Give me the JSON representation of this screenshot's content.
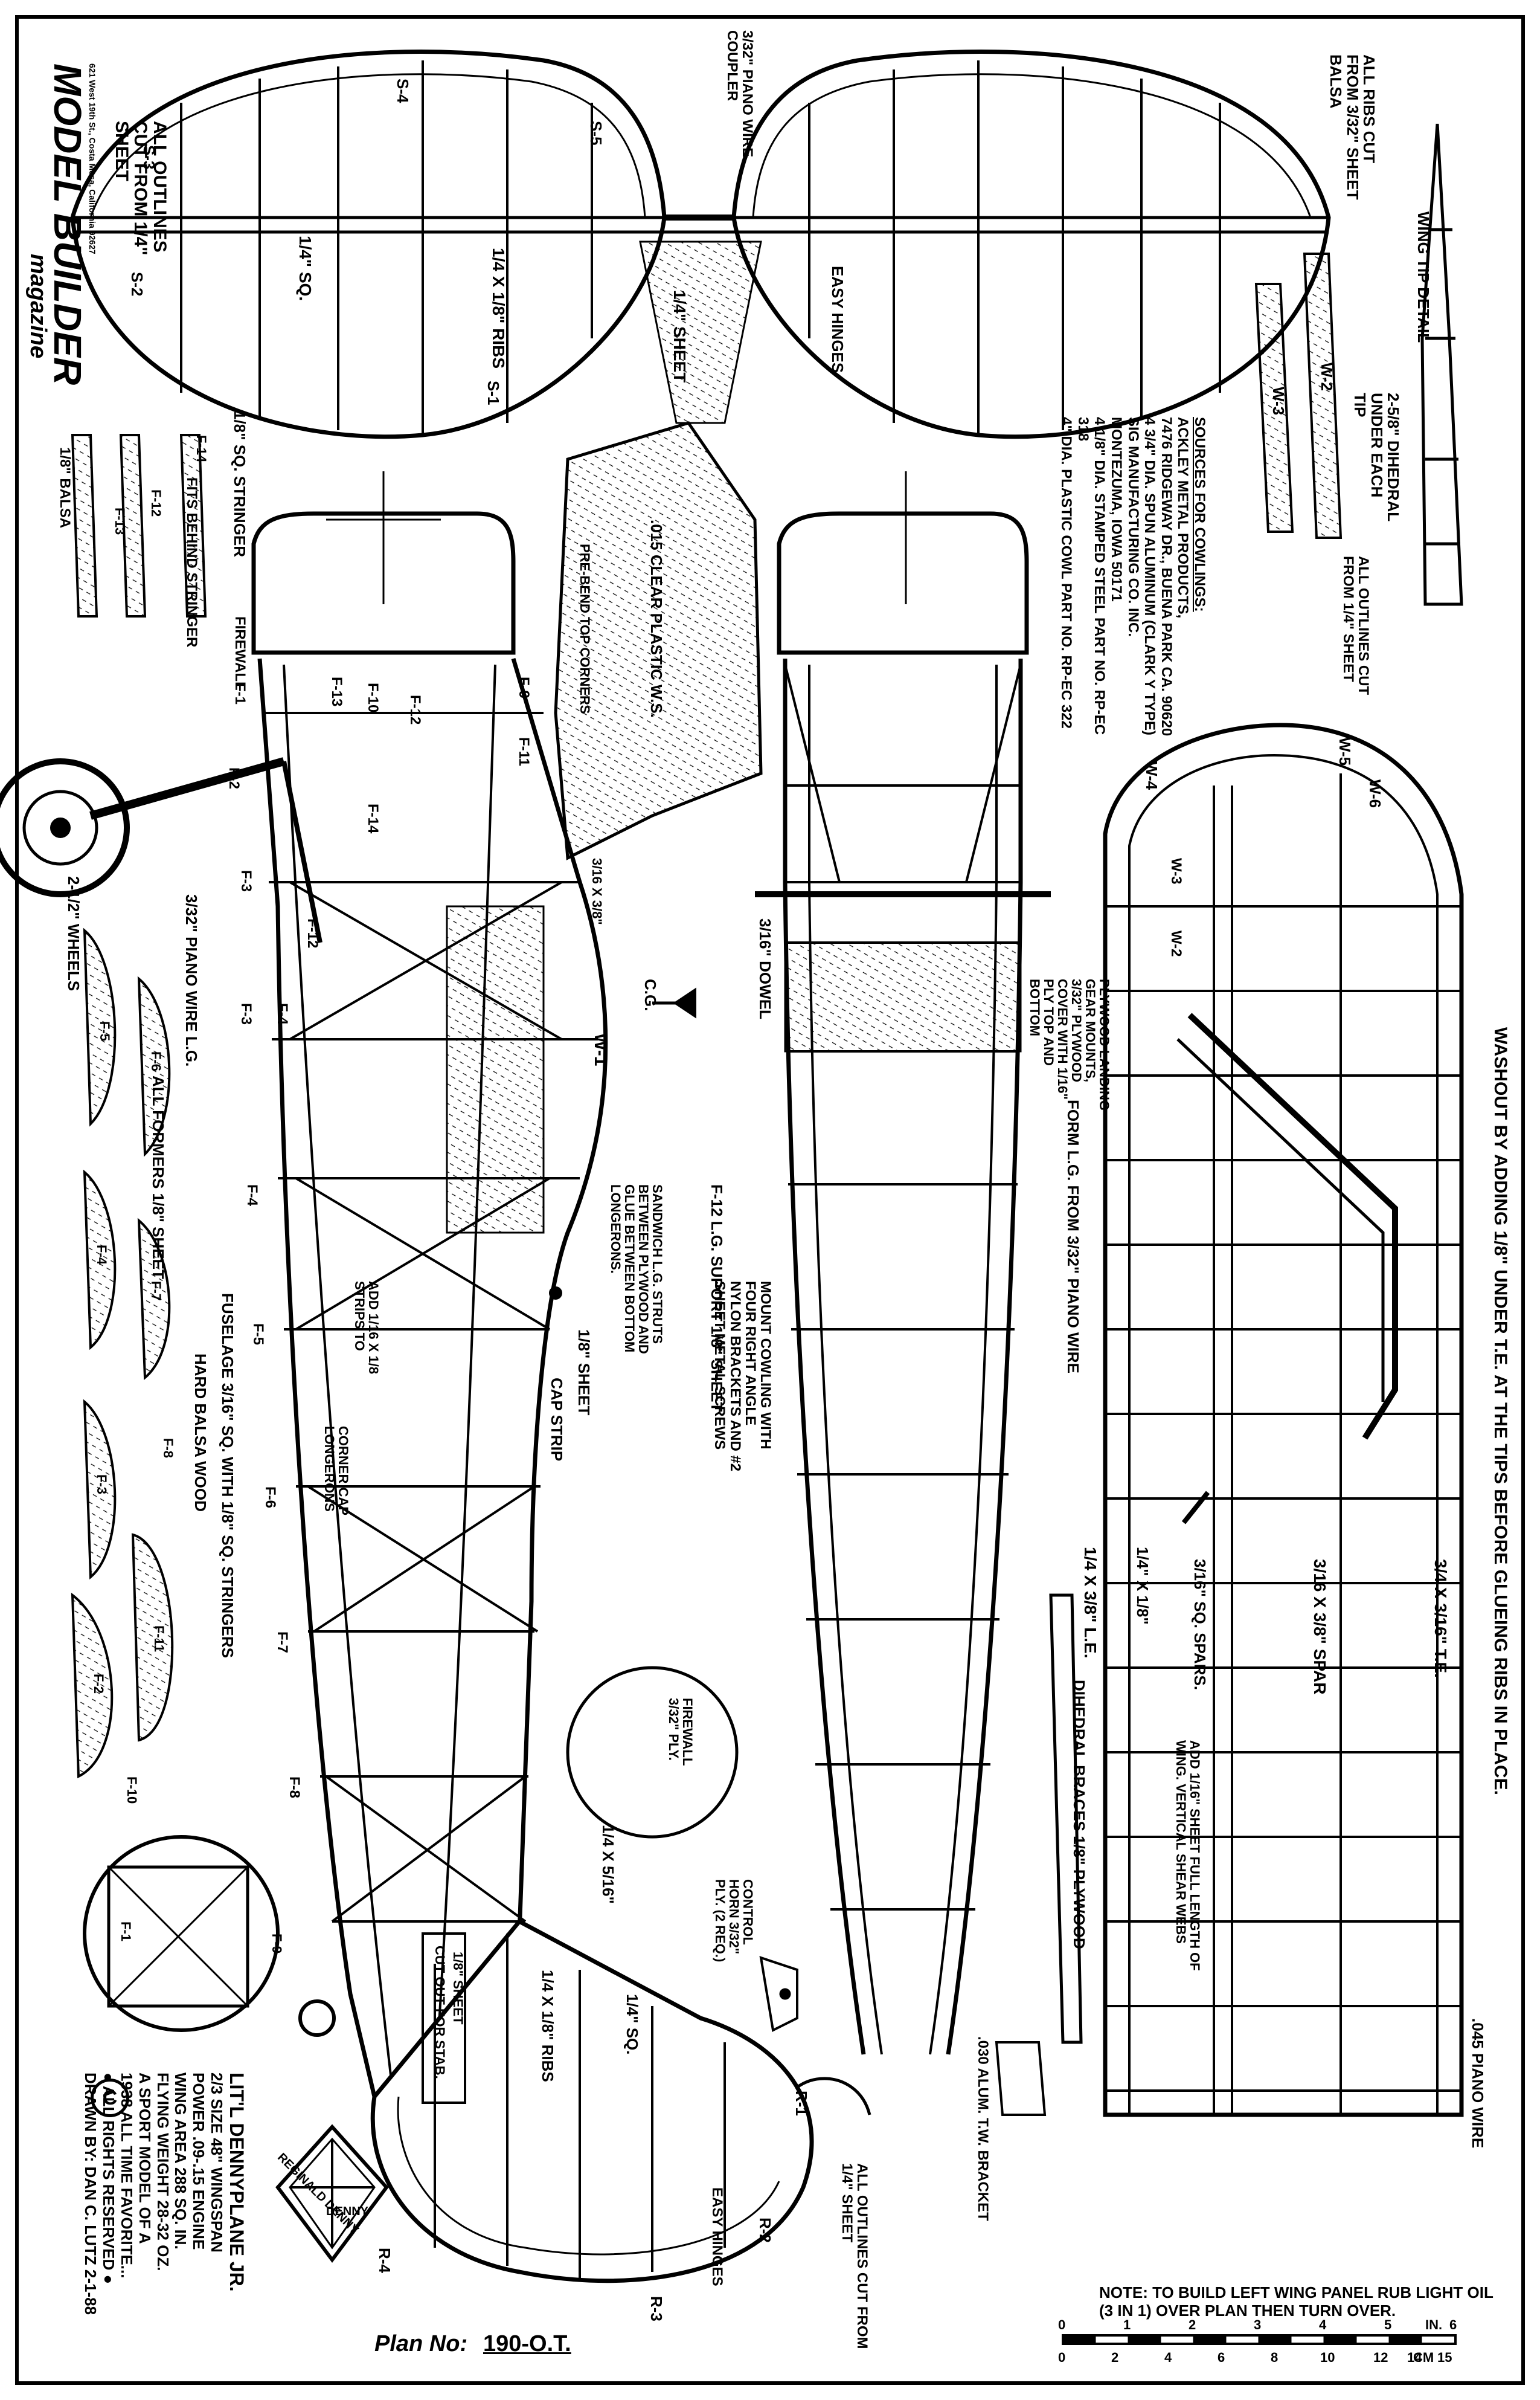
{
  "magazine": {
    "title": "MODEL BUILDER",
    "subtitle": "magazine",
    "address": "621 West 19th St., Costa Mesa, California 92627"
  },
  "plan": {
    "number_label": "Plan No:",
    "number": "190-O.T.",
    "copyright": "C"
  },
  "title_block": {
    "name": "LIT'L DENNYPLANE JR.",
    "lines": [
      "2/3 SIZE  48\" WINGSPAN",
      "POWER .09-.15 ENGINE",
      "WING AREA  288 SQ. IN.",
      "FLYING WEIGHT 28-32 OZ.",
      "A SPORT MODEL OF A",
      "1938 ALL TIME FAVORITE...",
      "● ALL RIGHTS RESERVED ●",
      "DRAWN BY: DAN C. LUTZ 2-1-88"
    ],
    "stamp_name": "REGINALD DENNY",
    "stamp_ring": "DENNY"
  },
  "stab": {
    "ribs": "1/4 X 1/8\" RIBS",
    "sq": "1/4\" SQ.",
    "center": "1/4\" SHEET",
    "coupler": "3/32\" PIANO WIRE COUPLER",
    "hinges": "EASY HINGES",
    "outlines": "ALL OUTLINES CUT FROM 1/4\" SHEET",
    "parts": [
      "S-1",
      "S-2",
      "S-3",
      "S-4",
      "S-5"
    ]
  },
  "fuselage": {
    "stringer": "1/8\" SQ. STRINGER",
    "f14_note": "FITS BEHIND STRINGER",
    "balsa": "1/8\" BALSA",
    "firewall": "FIREWALL",
    "wire_lg": "3/32\" PIANO WIRE L.G.",
    "wheels": "2-1/2\" WHEELS",
    "formers": "ALL FORMERS 1/8\" SHEET",
    "fuselage_note": "FUSELAGE 3/16\" SQ. WITH 1/8\" SQ. STRINGERS",
    "hard_balsa": "HARD BALSA WOOD",
    "add_strips": "ADD 1/16 X 1/8 STRIPS TO",
    "corner_cap": "CORNER CAP LONGERONS",
    "cap_strip": "CAP STRIP",
    "eighth_sheet": "1/8\" SHEET",
    "cg": "C.G.",
    "hole": "3/16 X 3/8\"",
    "w1": "W-1",
    "formers_list": [
      "F-1",
      "F-2",
      "F-3",
      "F-3",
      "F-4",
      "F-4",
      "F-5",
      "F-6",
      "F-7",
      "F-8",
      "F-9",
      "F-10",
      "F-11",
      "F-12",
      "F-12",
      "F-13",
      "F-14"
    ]
  },
  "windshield": {
    "label": ".015 CLEAR PLASTIC W.S.",
    "bend": "PRE-BEND TOP CORNERS"
  },
  "former_parts": [
    "F-5",
    "F-6",
    "F-7",
    "F-4",
    "F-8",
    "F-3",
    "F-11",
    "F-2",
    "F-10",
    "F-1",
    "F-9",
    "F-13",
    "F-12",
    "F-14"
  ],
  "top_view": {
    "dowel": "3/16\" DOWEL",
    "plywood": "PLYWOOD LANDING GEAR MOUNTS, 3/32\" PLYWOOD COVER WITH 1/16\" PLY TOP AND BOTTOM",
    "form_lg": "FORM L.G. FROM 3/32\" PIANO WIRE",
    "mount": "MOUNT COWLING WITH FOUR RIGHT ANGLE NYLON BRACKETS AND #2 SHEET METAL SCREWS",
    "sandwich": "SANDWICH L.G. STRUTS BETWEEN PLYWOOD AND GLUE BETWEEN BOTTOM LONGERONS.",
    "lg_support": "F-12  L.G. SUPORT  1/8\" SHEET",
    "firewall_ply": "FIREWALL 3/32\" PLY."
  },
  "rudder": {
    "sheet": "1/8\" SHEET",
    "cut_out": "CUT OUT FOR STAB.",
    "ribs": "1/4 X 1/8\" RIBS",
    "sq": "1/4\" SQ.",
    "size": "1/4 X 5/16\"",
    "control": "CONTROL HORN 3/32\" PLY. (2 REQ.)",
    "hinges": "EASY HINGES",
    "outlines": "ALL OUTLINES CUT FROM 1/4\" SHEET",
    "parts": [
      "R-1",
      "R-2",
      "R-3",
      "R-4"
    ]
  },
  "wing": {
    "ribs_cut": "ALL RIBS CUT FROM 3/32\" SHEET BALSA",
    "tip_detail": "WING TIP DETAIL",
    "dihedral_tip": "2-5/8\" DIHEDRAL UNDER EACH TIP",
    "outlines": "ALL OUTLINES CUT FROM 1/4\" SHEET",
    "cowling_sources": [
      "SOURCES FOR COWLINGS:",
      "ACKLEY METAL PRODUCTS,",
      "7476 RIDGEWAY DR., BUENA PARK CA. 90620",
      "4 3/4\" DIA. SPUN ALUMINUM (CLARK Y TYPE)",
      "SIG MANUFACTURING CO. INC.",
      "MONTEZUMA, IOWA 50171",
      "4 1/8\" DIA. STAMPED STEEL PART NO. RP-EC 318",
      "4\" DIA. PLASTIC COWL PART NO. RP-EC 322"
    ],
    "washout": "WASHOUT BY ADDING 1/8\" UNDER T.E. AT THE TIPS BEFORE GLUEING RIBS IN PLACE.",
    "te": "3/4 X 3/16\" T.E.",
    "spar": "3/16 X 3/8\" SPAR",
    "spars": "3/16\" SQ. SPARS.",
    "size": "1/4\" X 1/8\"",
    "le": "1/4 X 3/8\" L.E.",
    "dihedral_braces": "DIHEDRAL BRACES 1/8\" PLYWOOD",
    "shear": "ADD 1/16\" SHEET FULL LENGTH OF WING. VERTICAL SHEAR WEBS",
    "piano": ".045 PIANO WIRE",
    "bracket": ".030 ALUM. T.W. BRACKET",
    "parts": [
      "W-2",
      "W-3",
      "W-4",
      "W-5",
      "W-6",
      "W-3",
      "W-2"
    ]
  },
  "note": "NOTE: TO BUILD LEFT WING PANEL RUB LIGHT OIL (3 IN 1) OVER PLAN THEN TURN OVER.",
  "scale": {
    "inch_ticks": [
      "0",
      "1",
      "2",
      "3",
      "4",
      "5",
      "6"
    ],
    "inch_unit": "IN.",
    "cm_ticks": [
      "0",
      "2",
      "4",
      "6",
      "8",
      "10",
      "12",
      "14",
      "15"
    ],
    "cm_unit": "CM"
  }
}
